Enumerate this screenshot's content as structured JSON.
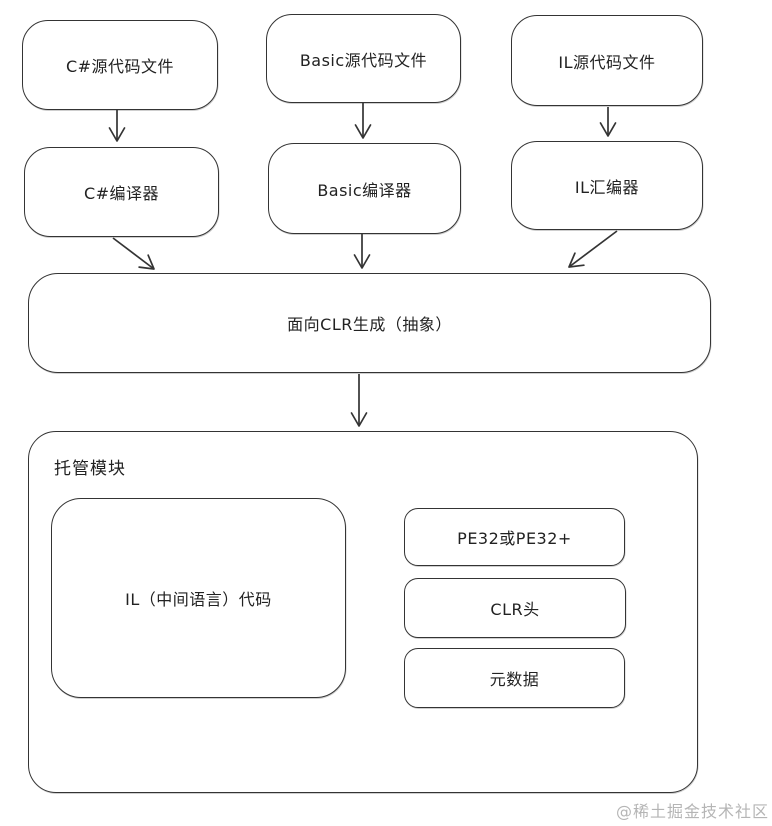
{
  "page": {
    "background": "#ffffff",
    "watermark": "@稀土掘金技术社区"
  },
  "colors": {
    "stroke": "#343434",
    "text": "#222222",
    "watermark": "#b5b5b5"
  },
  "nodes": {
    "csharp_source": {
      "label": "C#源代码文件"
    },
    "basic_source": {
      "label": "Basic源代码文件"
    },
    "il_source": {
      "label": "IL源代码文件"
    },
    "csharp_compiler": {
      "label": "C#编译器"
    },
    "basic_compiler": {
      "label": "Basic编译器"
    },
    "il_assembler": {
      "label": "IL汇编器"
    },
    "clr_target": {
      "label": "面向CLR生成（抽象）"
    },
    "managed_module": {
      "label": "托管模块"
    },
    "il_code": {
      "label": "IL（中间语言）代码"
    },
    "pe32": {
      "label": "PE32或PE32+"
    },
    "clr_header": {
      "label": "CLR头"
    },
    "metadata": {
      "label": "元数据"
    }
  },
  "edges": [
    {
      "from": "csharp_source",
      "to": "csharp_compiler"
    },
    {
      "from": "basic_source",
      "to": "basic_compiler"
    },
    {
      "from": "il_source",
      "to": "il_assembler"
    },
    {
      "from": "csharp_compiler",
      "to": "clr_target"
    },
    {
      "from": "basic_compiler",
      "to": "clr_target"
    },
    {
      "from": "il_assembler",
      "to": "clr_target"
    },
    {
      "from": "clr_target",
      "to": "managed_module"
    }
  ]
}
